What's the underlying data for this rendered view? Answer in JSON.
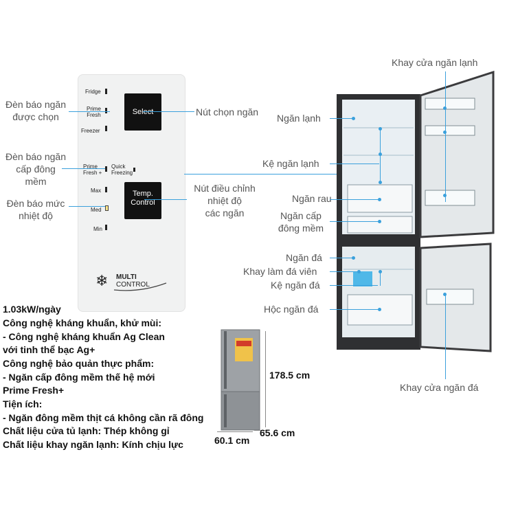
{
  "panel": {
    "fridge": "Fridge",
    "prime_fresh": "Prime\nFresh",
    "freezer": "Freezer",
    "select_button": "Select",
    "prime_fresh_plus": "Prime\nFresh +",
    "quick_freezing": "Quick\nFreezing",
    "max": "Max",
    "med": "Med",
    "min": "Min",
    "temp_button": "Temp.\nControl",
    "logo_line1": "MULTI",
    "logo_line2": "CONTROL"
  },
  "left_labels": {
    "selected_indicator": "Đèn báo ngăn\nđược chọn",
    "soft_freeze_indicator": "Đèn báo ngăn\ncấp đông\nmềm",
    "temp_level_indicator": "Đèn báo mức\nnhiệt độ"
  },
  "mid_labels": {
    "select_button": "Nút chọn ngăn",
    "temp_button": "Nút điều chỉnh\nnhiệt độ\ncác ngăn"
  },
  "fridge_labels": {
    "fridge_door_tray": "Khay cửa ngăn lạnh",
    "fridge_compartment": "Ngăn lạnh",
    "fridge_shelf": "Kệ ngăn lạnh",
    "vegetable": "Ngăn rau",
    "soft_freeze": "Ngăn cấp\nđông mềm",
    "freezer": "Ngăn đá",
    "ice_tray": "Khay làm đá viên",
    "freezer_shelf": "Kệ ngăn đá",
    "freezer_drawer": "Hộc ngăn đá",
    "freezer_door_tray": "Khay cửa ngăn đá"
  },
  "specs": [
    "1.03kW/ngày",
    "Công nghệ kháng khuẩn, khử mùi:",
    "- Công nghệ kháng khuẩn Ag Clean",
    "với tinh thể bạc Ag+",
    "Công nghệ bảo quản thực phẩm:",
    "- Ngăn cấp đông mềm thế hệ mới",
    "Prime Fresh+",
    "Tiện ích:",
    "- Ngăn đông mềm thịt cá không cần rã đông",
    "Chất liệu cửa tủ lạnh: Thép không gỉ",
    "Chất liệu khay ngăn lạnh: Kính chịu lực"
  ],
  "dimensions": {
    "height": "178.5 cm",
    "width": "60.1 cm",
    "depth": "65.6 cm"
  },
  "colors": {
    "accent_line": "#3aa0dc",
    "fridge_body": "#3b3b3d"
  }
}
